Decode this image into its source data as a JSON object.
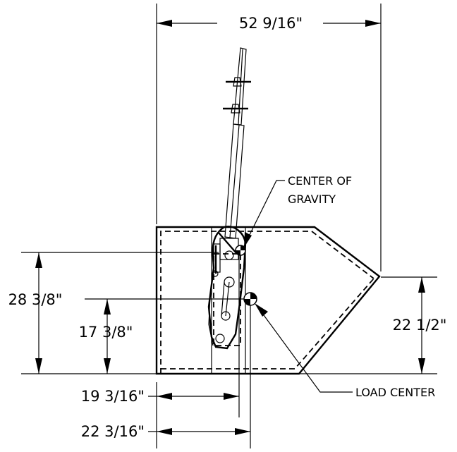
{
  "dimensions": {
    "overall_width": "52 9/16\"",
    "height_28": "28 3/8\"",
    "height_17": "17 3/8\"",
    "height_22": "22 1/2\"",
    "width_19": "19 3/16\"",
    "width_22": "22 3/16\""
  },
  "labels": {
    "center_of_gravity_line1": "CENTER OF",
    "center_of_gravity_line2": "GRAVITY",
    "load_center": "LOAD CENTER"
  }
}
